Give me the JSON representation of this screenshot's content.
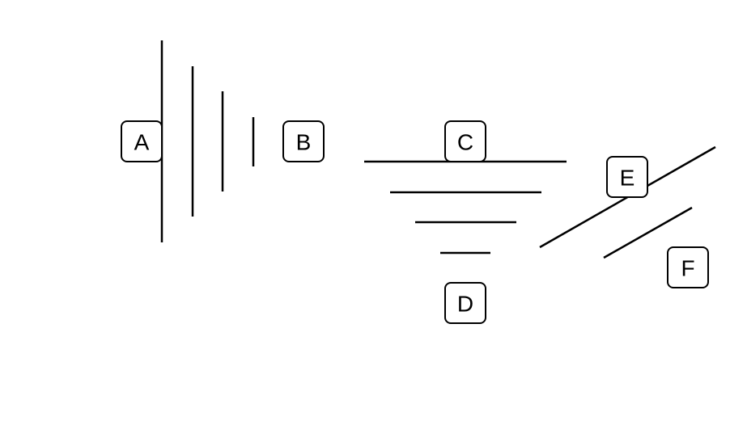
{
  "nodes": {
    "a": "A",
    "b": "B",
    "c": "C",
    "d": "D",
    "e": "E",
    "f": "F"
  },
  "colors": {
    "stroke": "#000000",
    "background": "#ffffff"
  }
}
